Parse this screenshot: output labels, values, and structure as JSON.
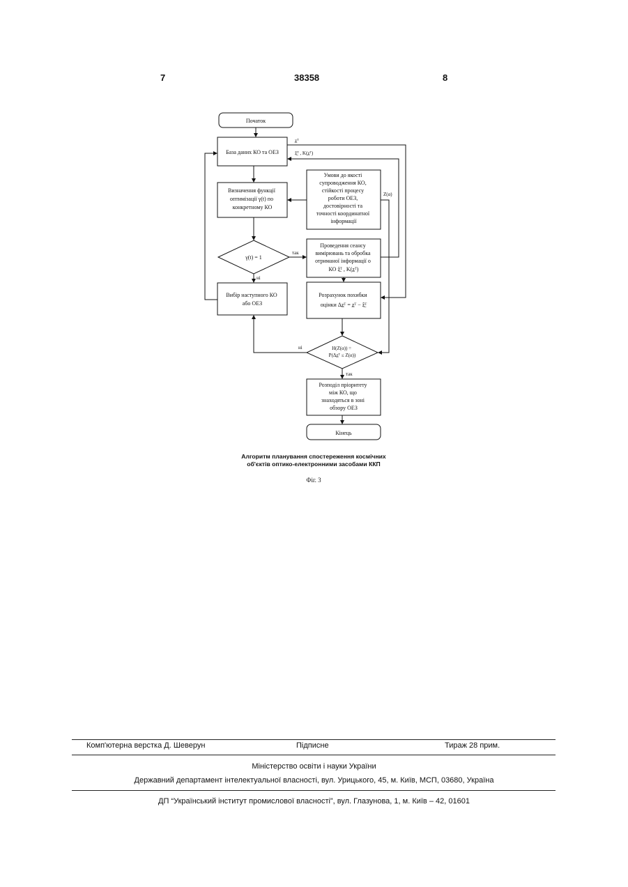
{
  "header": {
    "left_page": "7",
    "patent_number": "38358",
    "right_page": "8"
  },
  "flowchart": {
    "start": "Початок",
    "database": "База даних КО та ОЕЗ",
    "signal_z": "z̲ᵀ",
    "signal_zk": "ẑ̲ᵀ , K(z̲ᵀ)",
    "conditions": [
      "Умови до якості",
      "супроводження КО,",
      "стійкості процесу",
      "роботи ОЕЗ,",
      "достовірності та",
      "точності координатної",
      "інформації"
    ],
    "z_alpha": "Z(α)",
    "optimization": [
      "Визначення функції",
      "оптимізації γ(t) по",
      "конкретному КО"
    ],
    "decision": "γ(t) = 1",
    "yes_label_1": "так",
    "no_label_1": "ні",
    "measurement": [
      "Проведення сеансу",
      "вимірювань та обробка",
      "отриманої інформації о",
      "КО  ẑ̲ᵀ ,   K(z̲ᵀ)"
    ],
    "next_object": [
      "Вибір наступного КО",
      "або ОЕЗ"
    ],
    "error_calc": [
      "Розрахунок похибки",
      "оцінки  Δz̲ᵀ = z̲ᵀ − ẑ̲ᵀ"
    ],
    "probability": [
      "H(Z(α)) =",
      "P(Δz̲ᵀ ≤ Z(α))"
    ],
    "no_label_2": "ні",
    "yes_label_2": "так",
    "priority": [
      "Розподіл пріоритету",
      "між КО, що",
      "знаходяться в зоні",
      "обзору ОЕЗ"
    ],
    "end": "Кінець"
  },
  "caption": {
    "line1": "Алгоритм планування спостереження космічних",
    "line2": "об'єктів оптико-електронними засобами ККП",
    "figure": "Фіг. 3"
  },
  "footer": {
    "layout": "Комп'ютерна верстка Д. Шеверун",
    "signed": "Підписне",
    "circulation": "Тираж 28 прим.",
    "ministry": "Міністерство освіти і науки України",
    "department": "Державний департамент інтелектуальної власності, вул. Урицького, 45, м. Київ, МСП, 03680, Україна",
    "institute": "ДП “Український інститут промислової власності”, вул. Глазунова, 1, м. Київ – 42, 01601"
  }
}
